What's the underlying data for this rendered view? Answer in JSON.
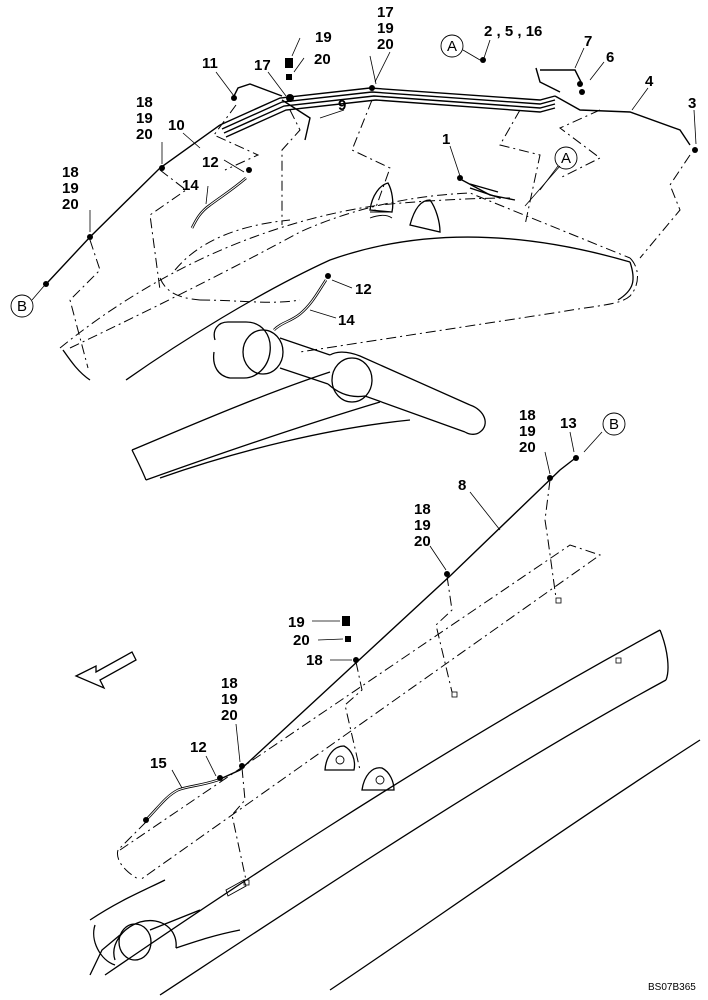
{
  "drawing_code": "BS07B365",
  "reference_circles": {
    "a": "A",
    "b": "B"
  },
  "callouts": {
    "top": {
      "c1": "1",
      "c2_5_16": "2 , 5 , 16",
      "c3": "3",
      "c4": "4",
      "c6": "6",
      "c7": "7",
      "c9": "9",
      "c10": "10",
      "c11": "11",
      "c12a": "12",
      "c12b": "12",
      "c14a": "14",
      "c14b": "14",
      "c17": "17",
      "c19": "19",
      "c20": "20",
      "stack_top": [
        "17",
        "19",
        "20"
      ],
      "stack_left_a": [
        "18",
        "19",
        "20"
      ],
      "stack_left_b": [
        "18",
        "19",
        "20"
      ]
    },
    "bottom": {
      "c8": "8",
      "c13": "13",
      "c12": "12",
      "c15": "15",
      "c18": "18",
      "c19": "19",
      "c20": "20",
      "stack_right": [
        "18",
        "19",
        "20"
      ],
      "stack_mid": [
        "18",
        "19",
        "20"
      ],
      "stack_low": [
        "18",
        "19",
        "20"
      ]
    }
  }
}
